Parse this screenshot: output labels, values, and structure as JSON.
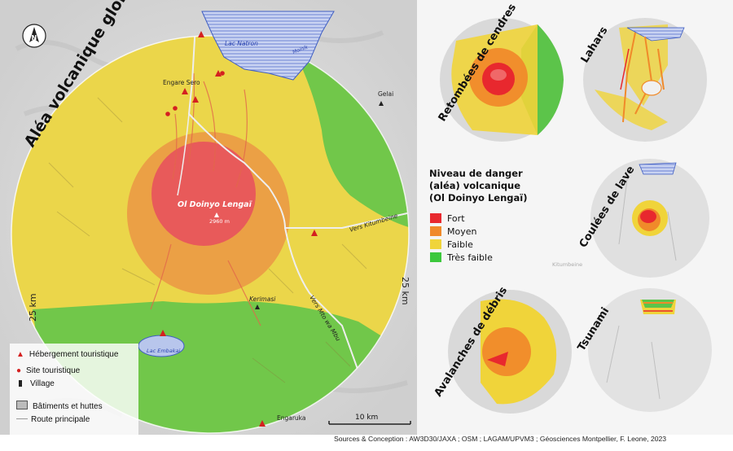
{
  "titles": {
    "main": "Aléa volcanique global",
    "cendres": "Retombées de cendres",
    "lahars": "Lahars",
    "lave": "Coulées de lave",
    "debris": "Avalanches de débris",
    "tsunami": "Tsunami"
  },
  "places": {
    "lac_natron": "Lac Natron",
    "engaresero": "Engare Sero",
    "gelai": "Gelai",
    "volcano": "Ol Doinyo Lengaï",
    "altitude": "2960 m",
    "kerimasi": "Kerimasi",
    "lac_embagai": "Lac Embakai",
    "engaruka": "Engaruka",
    "road_kitumbeine": "Vers Kitumbeine",
    "road_mto": "Vers Mto wa Mbu",
    "kitumbeine_small": "Kitumbeine",
    "wasteland": "Moinik",
    "radius_left": "25 km",
    "radius_right": "25 km",
    "scale": "10 km"
  },
  "legend": {
    "hebergement": "Hébergement touristique",
    "site": "Site touristique",
    "village": "Village",
    "batiments": "Bâtiments et huttes",
    "route": "Route principale"
  },
  "danger_legend": {
    "title_line1": "Niveau de danger",
    "title_line2": "(aléa) volcanique",
    "title_line3": "(Ol Doinyo Lengaï)",
    "levels": [
      {
        "label": "Fort",
        "color": "#e8282e"
      },
      {
        "label": "Moyen",
        "color": "#f08a2a"
      },
      {
        "label": "Faible",
        "color": "#f0d43a"
      },
      {
        "label": "Très faible",
        "color": "#3cc83c"
      }
    ]
  },
  "sources": "Sources & Conception : AW3D30/JAXA ; OSM ; LAGAM/UPVM3 ; Géosciences Montpellier, F. Leone, 2023",
  "colors": {
    "fort": "#e8282e",
    "moyen": "#f08a2a",
    "faible": "#f0d43a",
    "tres_faible": "#3cc83c",
    "lake": "#b8c6ec",
    "relief": "#d6d6d6"
  },
  "north_label": "N"
}
